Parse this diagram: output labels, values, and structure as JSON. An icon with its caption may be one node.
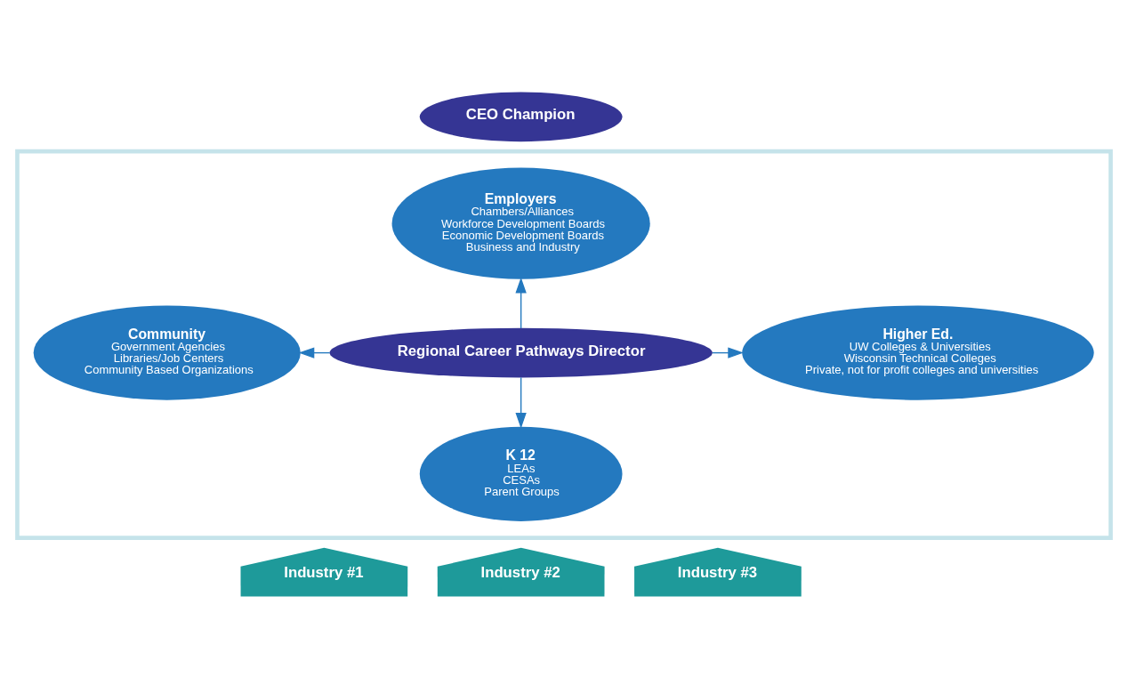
{
  "diagram": {
    "nodes": [
      {
        "text": [
          "CEO Champion"
        ]
      },
      {
        "text": [],
        "shape": "box"
      },
      {
        "text": [
          "Employers",
          "Chambers/Alliances",
          "Workforce Development Boards",
          "Economic Development Boards",
          "Business and Industry"
        ],
        "in": 1
      },
      {
        "text": [
          "Community",
          "Government Agencies",
          "Libraries/Job Centers",
          "Community Based Organizations"
        ],
        "in": 1
      },
      {
        "text": [
          "Regional Career Pathways Director"
        ],
        "in": 1
      },
      {
        "text": [
          "Higher Ed.",
          "UW Colleges & Universities",
          "Wisconsin Technical Colleges",
          "Private, not for profit colleges and universities"
        ],
        "in": 1
      },
      {
        "text": [
          "K 12",
          "LEAs",
          "CESAs",
          "Parent Groups"
        ],
        "in": 1
      },
      {
        "text": [
          "Industry #1"
        ]
      },
      {
        "text": [
          "Industry #2"
        ]
      },
      {
        "text": [
          "Industry #3"
        ]
      }
    ],
    "edges": [
      {
        "from": 4,
        "to": 2,
        "arrow": "to"
      },
      {
        "from": 4,
        "to": 3,
        "arrow": "to"
      },
      {
        "from": 4,
        "to": 5,
        "arrow": "to"
      },
      {
        "from": 4,
        "to": 6,
        "arrow": "to"
      }
    ]
  }
}
